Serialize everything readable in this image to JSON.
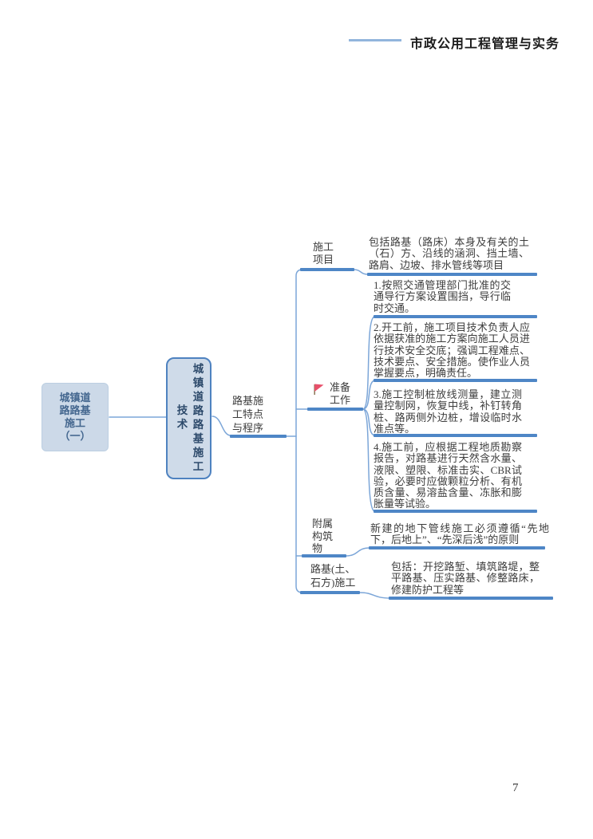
{
  "header": {
    "book_title": "市政公用工程管理与实务"
  },
  "footer": {
    "page_number": "7"
  },
  "colors": {
    "node_fill": "#ccd9e8",
    "node_border": "#4e82c0",
    "branch_line": "#4e86c6",
    "connector": "#7ca6d8",
    "flag_red": "#e8506b",
    "flag_pole": "#8f7c5e"
  },
  "mindmap": {
    "root": {
      "label": "城镇道\n路路基\n施工\n（一）"
    },
    "topic": {
      "label": "城镇道路路基施工技术"
    },
    "subtopic": {
      "label": "路基施\n工特点\n与程序"
    },
    "branches": [
      {
        "id": "construction-items",
        "label": "施工\n项目",
        "note": "包括路基（路床）本身及有关的土（石）方、沿线的涵洞、挡土墙、路肩、边坡、排水管线等项目"
      },
      {
        "id": "preparation-work",
        "label": "准备\n工作",
        "icon": "red-flag",
        "items": [
          "1.按照交通管理部门批准的交通导行方案设置围挡，导行临时交通。",
          "2.开工前，施工项目技术负责人应依据获准的施工方案向施工人员进行技术安全交底；强调工程难点、技术要点、安全措施。使作业人员掌握要点，明确责任。",
          "3.施工控制桩放线测量，建立测量控制网，恢复中线，补钉转角桩、路两侧外边桩，增设临时水准点等。",
          "4.施工前，应根据工程地质勘察报告，对路基进行天然含水量、液限、塑限、标准击实、CBR试验，必要时应做颗粒分析、有机质含量、易溶盐含量、冻胀和膨胀量等试验。"
        ]
      },
      {
        "id": "auxiliary-structures",
        "label": "附属\n构筑\n物",
        "note": "新建的地下管线施工必须遵循“先地下，后地上”、“先深后浅”的原则"
      },
      {
        "id": "subgrade-earthwork",
        "label": "路基(土、\n石方)施工",
        "note": "包括：开挖路堑、填筑路堤，整平路基、压实路基、修整路床，修建防护工程等"
      }
    ]
  }
}
